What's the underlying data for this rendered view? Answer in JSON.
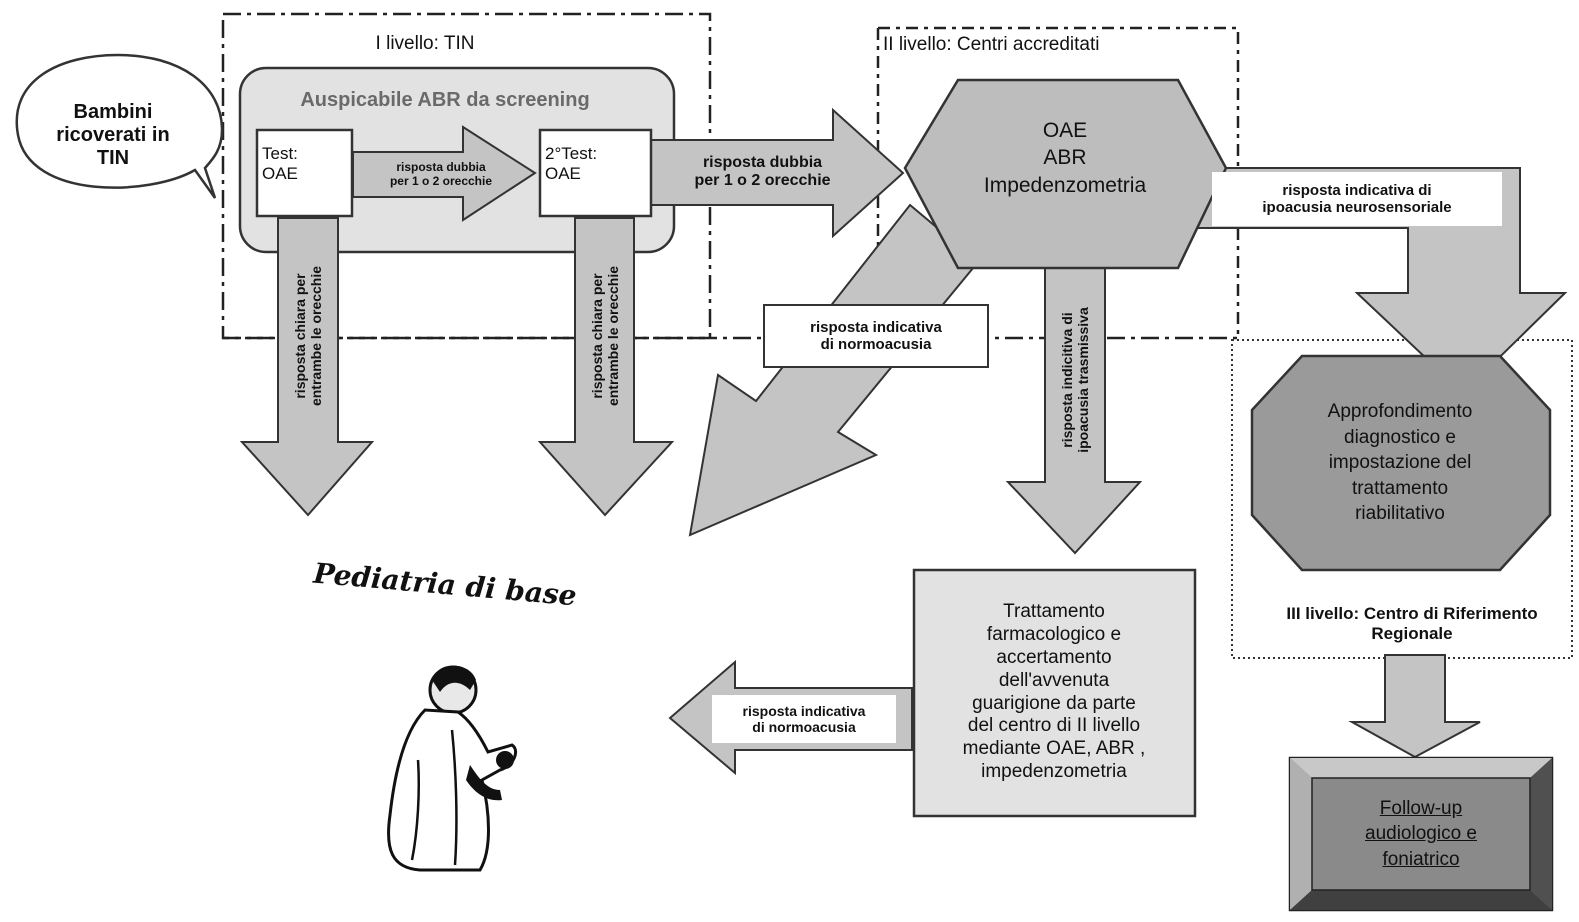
{
  "levels": {
    "level1_title": "I livello: TIN",
    "level2_title": "II livello: Centri accreditati",
    "level3_title": "III livello: Centro di Riferimento Regionale"
  },
  "nodes": {
    "start": "Bambini ricoverati in TIN",
    "screening_group": "Auspicabile ABR da screening",
    "test1": "Test:\nOAE",
    "test2": "2°Test:\nOAE",
    "level2_tests": "OAE\nABR\nImpedenzometria",
    "level3_diagnostic": "Approfondimento\ndiagnostico e\nimpostazione del\ntrattamento\nriabilitativo",
    "treatment": "Trattamento\nfarmacologico e\naccertamento\ndell'avvenuta\nguarigione da parte\ndel centro di II livello\nmediante OAE, ABR ,\nimpedenzometria",
    "followup": "Follow-up\naudiologico e\nfoniatrico",
    "pediatria": "Pediatria di base"
  },
  "edges": {
    "test1_to_test2": "risposta dubbia\nper 1 o 2 orecchie",
    "test2_to_level2": "risposta dubbia\nper 1 o 2 orecchie",
    "test1_down": "risposta chiara per\nentrambe le orecchie",
    "test2_down": "risposta chiara per\nentrambe le orecchie",
    "level2_to_pediatria": "risposta indicativa\ndi normoacusia",
    "level2_to_treatment": "risposta indicitiva di\nipoacusia trasmissiva",
    "level2_to_level3": "risposta indicativa di\nipoacusia neurosensoriale",
    "treatment_to_pediatria": "risposta indicativa\ndi normoacusia"
  },
  "colors": {
    "arrow_fill": "#c4c4c4",
    "box_fill": "#e2e2e2",
    "octagon_fill": "#bdbdbd",
    "level3_octagon_fill": "#9a9a9a",
    "followup_fill": "#8a8a8a"
  }
}
